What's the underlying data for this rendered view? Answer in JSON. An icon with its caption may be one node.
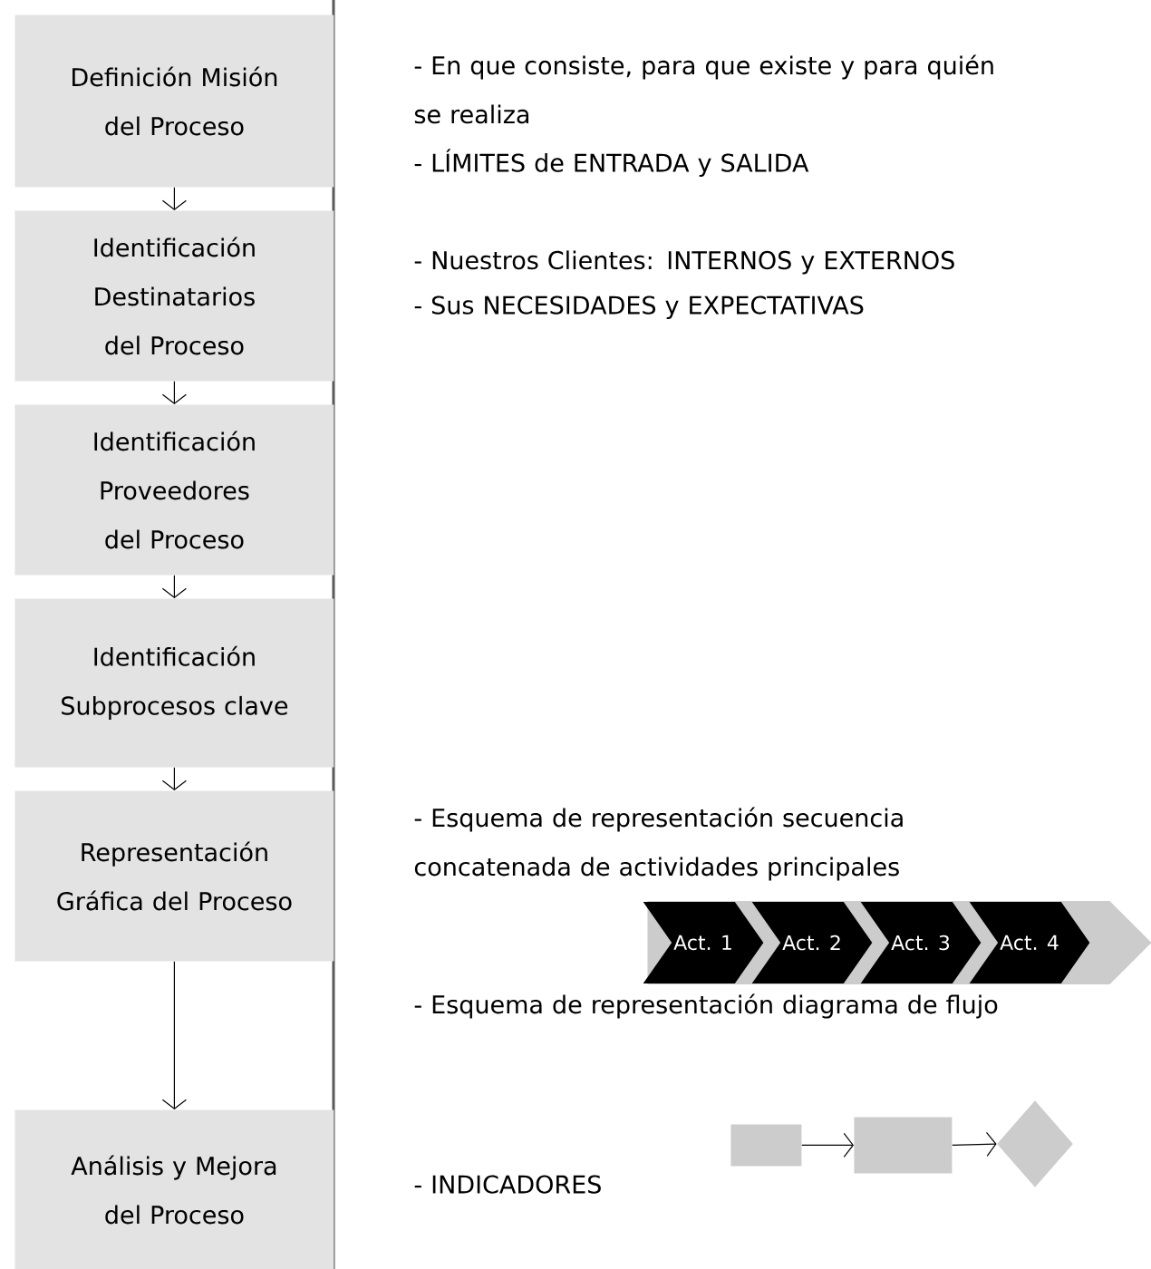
{
  "diagram": {
    "nodes": [
      {
        "text": [
          "Definición Misión del Proceso"
        ]
      },
      {
        "text": [
          "Identificación Destinatarios del Proceso"
        ]
      },
      {
        "text": [
          "Identificación Proveedores del Proceso"
        ]
      },
      {
        "text": [
          "Identificación Subprocesos clave"
        ]
      },
      {
        "text": [
          "Representación Gráfica del Proceso"
        ]
      },
      {
        "text": [
          "Análisis y Mejora del Proceso"
        ]
      },
      {
        "text": [],
        "shape": "arrow"
      },
      {
        "text": [
          "Act. 1"
        ],
        "in": 6
      },
      {
        "text": [
          "Act. 2"
        ],
        "in": 6
      },
      {
        "text": [
          "Act. 3"
        ],
        "in": 6
      },
      {
        "text": [
          "Act. 4"
        ],
        "in": 6
      },
      {
        "text": [],
        "shape": "box"
      },
      {
        "text": [],
        "shape": "box"
      },
      {
        "text": [],
        "shape": "diamond"
      }
    ],
    "edges": [
      {
        "from": 0,
        "to": 1,
        "arrow": "to"
      },
      {
        "from": 1,
        "to": 2,
        "arrow": "to"
      },
      {
        "from": 2,
        "to": 3,
        "arrow": "to"
      },
      {
        "from": 3,
        "to": 4,
        "arrow": "to"
      },
      {
        "from": 4,
        "to": 5,
        "arrow": "to"
      },
      {
        "from": 11,
        "to": 12,
        "arrow": "to"
      },
      {
        "from": 12,
        "to": 13,
        "arrow": "to"
      }
    ],
    "labels": [
      "- En que consiste, para que existe y para quién se realiza",
      "- LÍMITES de ENTRADA y SALIDA",
      "- Nuestros Clientes: INTERNOS y EXTERNOS",
      "- Sus NECESIDADES y EXPECTATIVAS",
      "- Esquema de representación secuencia concatenada de actividades principales",
      "- Esquema de representación diagrama de flujo",
      "- INDICADORES"
    ]
  }
}
